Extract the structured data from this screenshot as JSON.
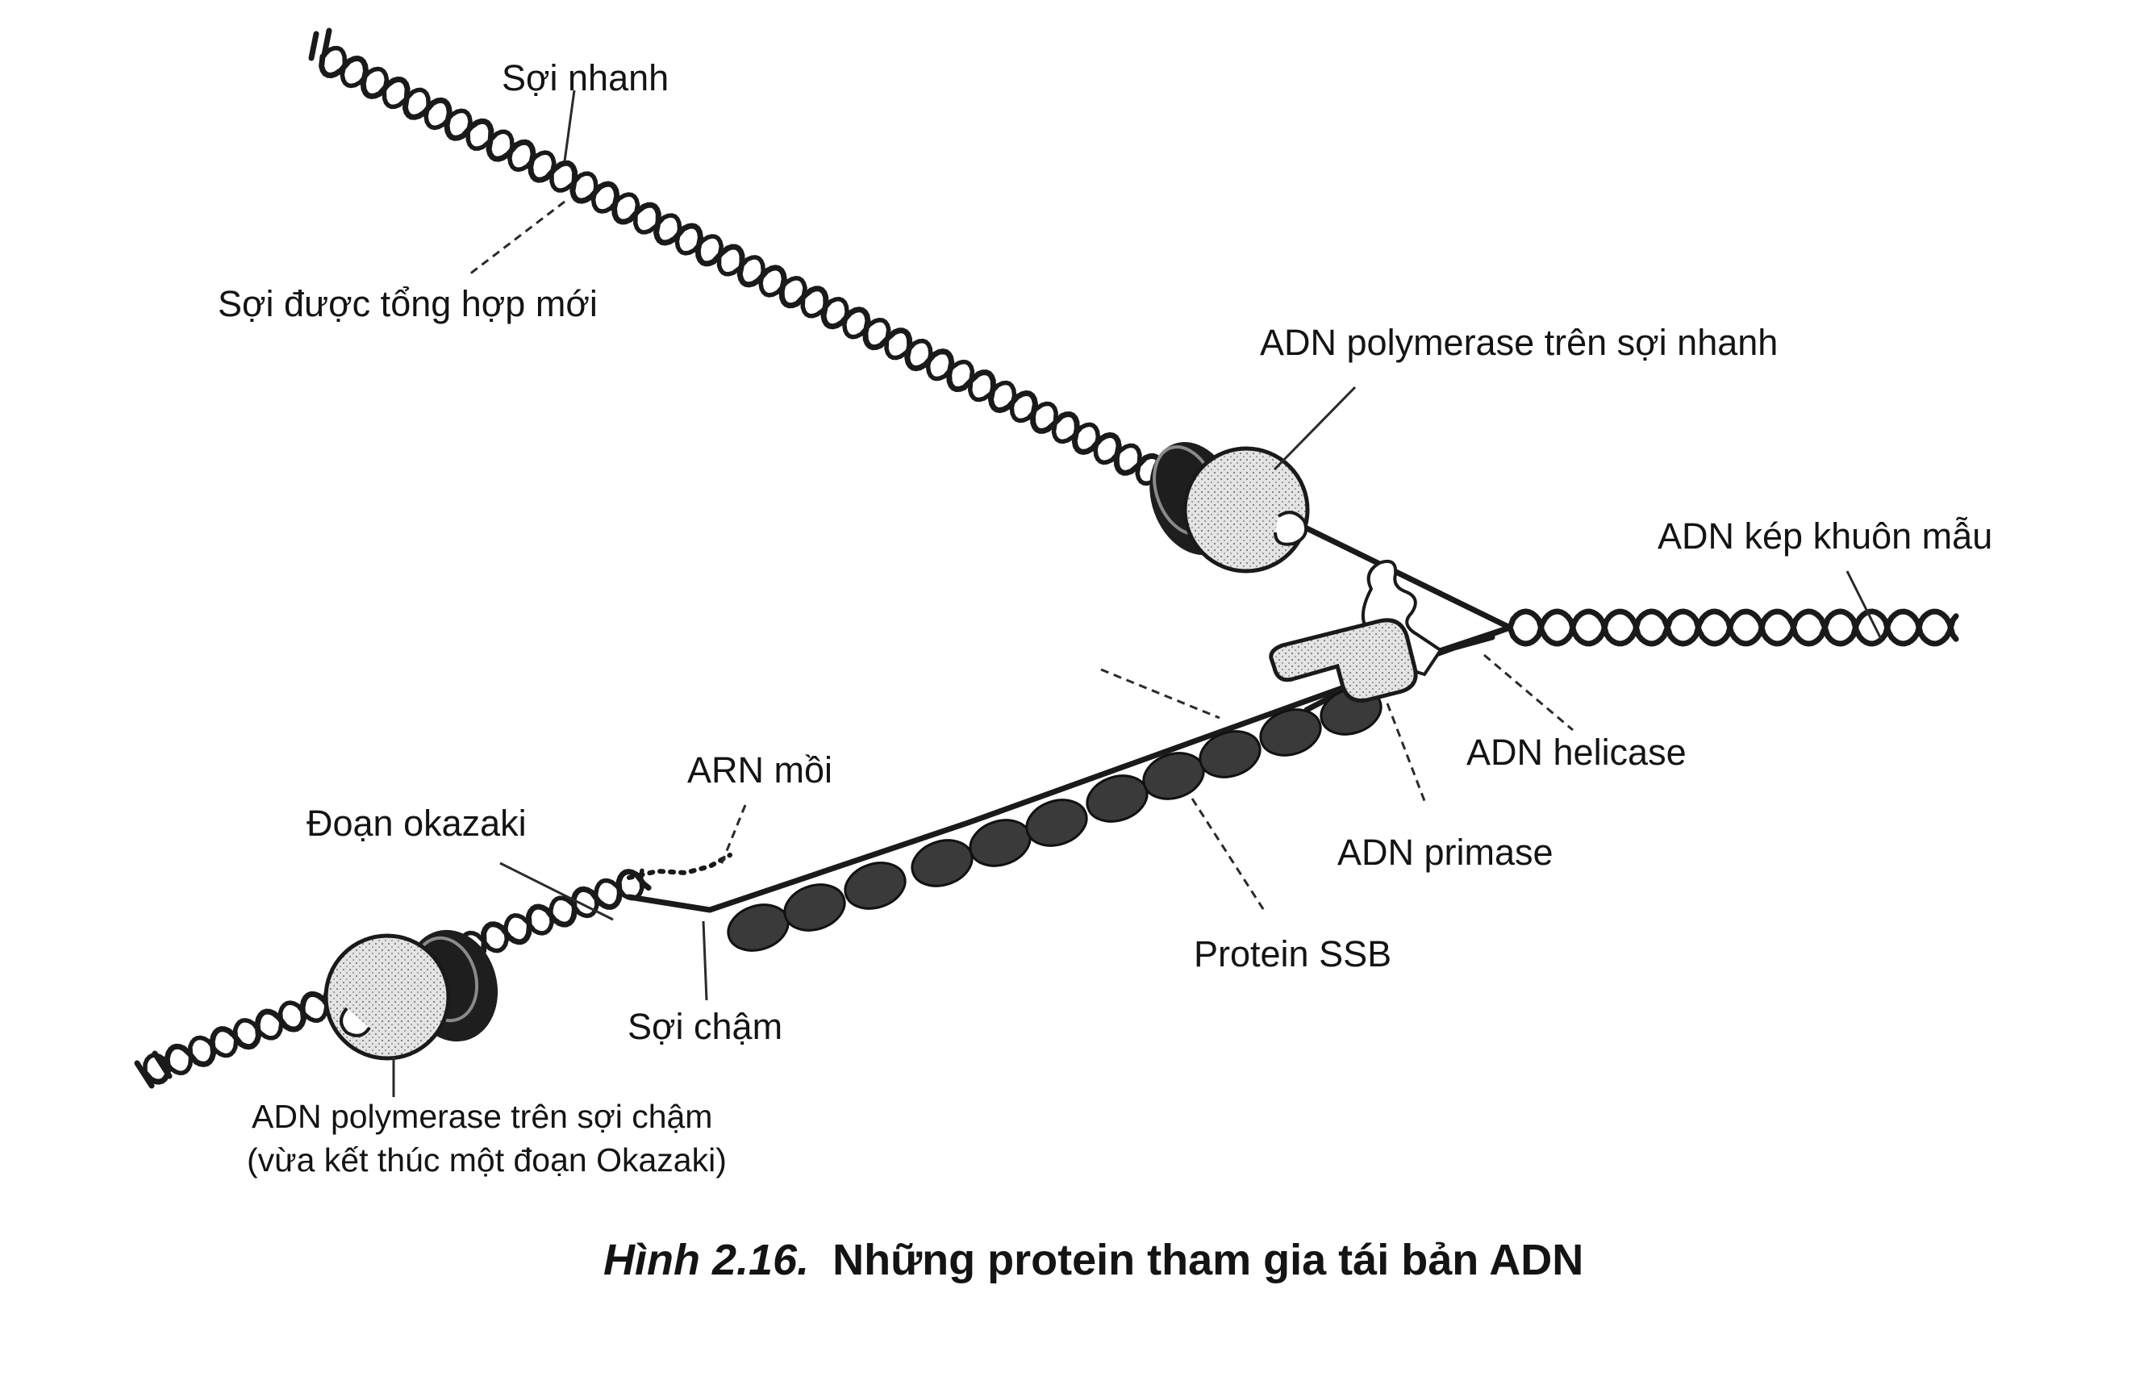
{
  "labels": {
    "soi_nhanh": "Sợi nhanh",
    "soi_tong_hop_moi": "Sợi được tổng hợp mới",
    "polymerase_nhanh": "ADN polymerase trên sợi nhanh",
    "adn_kep": "ADN kép khuôn mẫu",
    "helicase": "ADN helicase",
    "primase": "ADN primase",
    "ssb": "Protein SSB",
    "arn_moi": "ARN mồi",
    "okazaki": "Đoạn okazaki",
    "soi_cham": "Sợi chậm",
    "polymerase_cham_1": "ADN polymerase trên sợi chậm",
    "polymerase_cham_2": "(vừa kết thúc một đoạn Okazaki)"
  },
  "caption": {
    "prefix": "Hình 2.16.",
    "text": "Những protein tham gia tái bản ADN"
  }
}
